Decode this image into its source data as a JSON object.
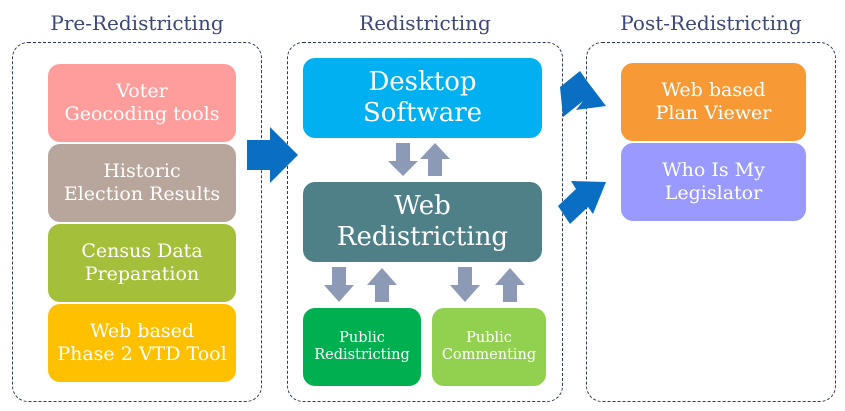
{
  "columns": {
    "pre": {
      "title": "Pre-Redistricting"
    },
    "redistricting": {
      "title": "Redistricting"
    },
    "post": {
      "title": "Post-Redistricting"
    }
  },
  "pre_boxes": [
    {
      "label": "Voter\nGeocoding tools",
      "color": "#ff9c9c"
    },
    {
      "label": "Historic\nElection Results",
      "color": "#b8a59b"
    },
    {
      "label": "Census Data\nPreparation",
      "color": "#a4bf3a"
    },
    {
      "label": "Web based\nPhase 2 VTD Tool",
      "color": "#ffc000"
    }
  ],
  "redistricting_boxes": {
    "desktop": {
      "label": "Desktop\nSoftware",
      "color": "#00b0f0"
    },
    "web": {
      "label": "Web\nRedistricting",
      "color": "#4f8088"
    },
    "public_redistricting": {
      "label": "Public\nRedistricting",
      "color": "#00b050"
    },
    "public_commenting": {
      "label": "Public\nCommenting",
      "color": "#92d050"
    }
  },
  "post_boxes": [
    {
      "label": "Web based\nPlan Viewer",
      "color": "#f79a36"
    },
    {
      "label": "Who Is My\nLegislator",
      "color": "#9999ff"
    }
  ],
  "arrow_colors": {
    "flow": "#0a6fc2",
    "updown": "#8c9ab5"
  }
}
